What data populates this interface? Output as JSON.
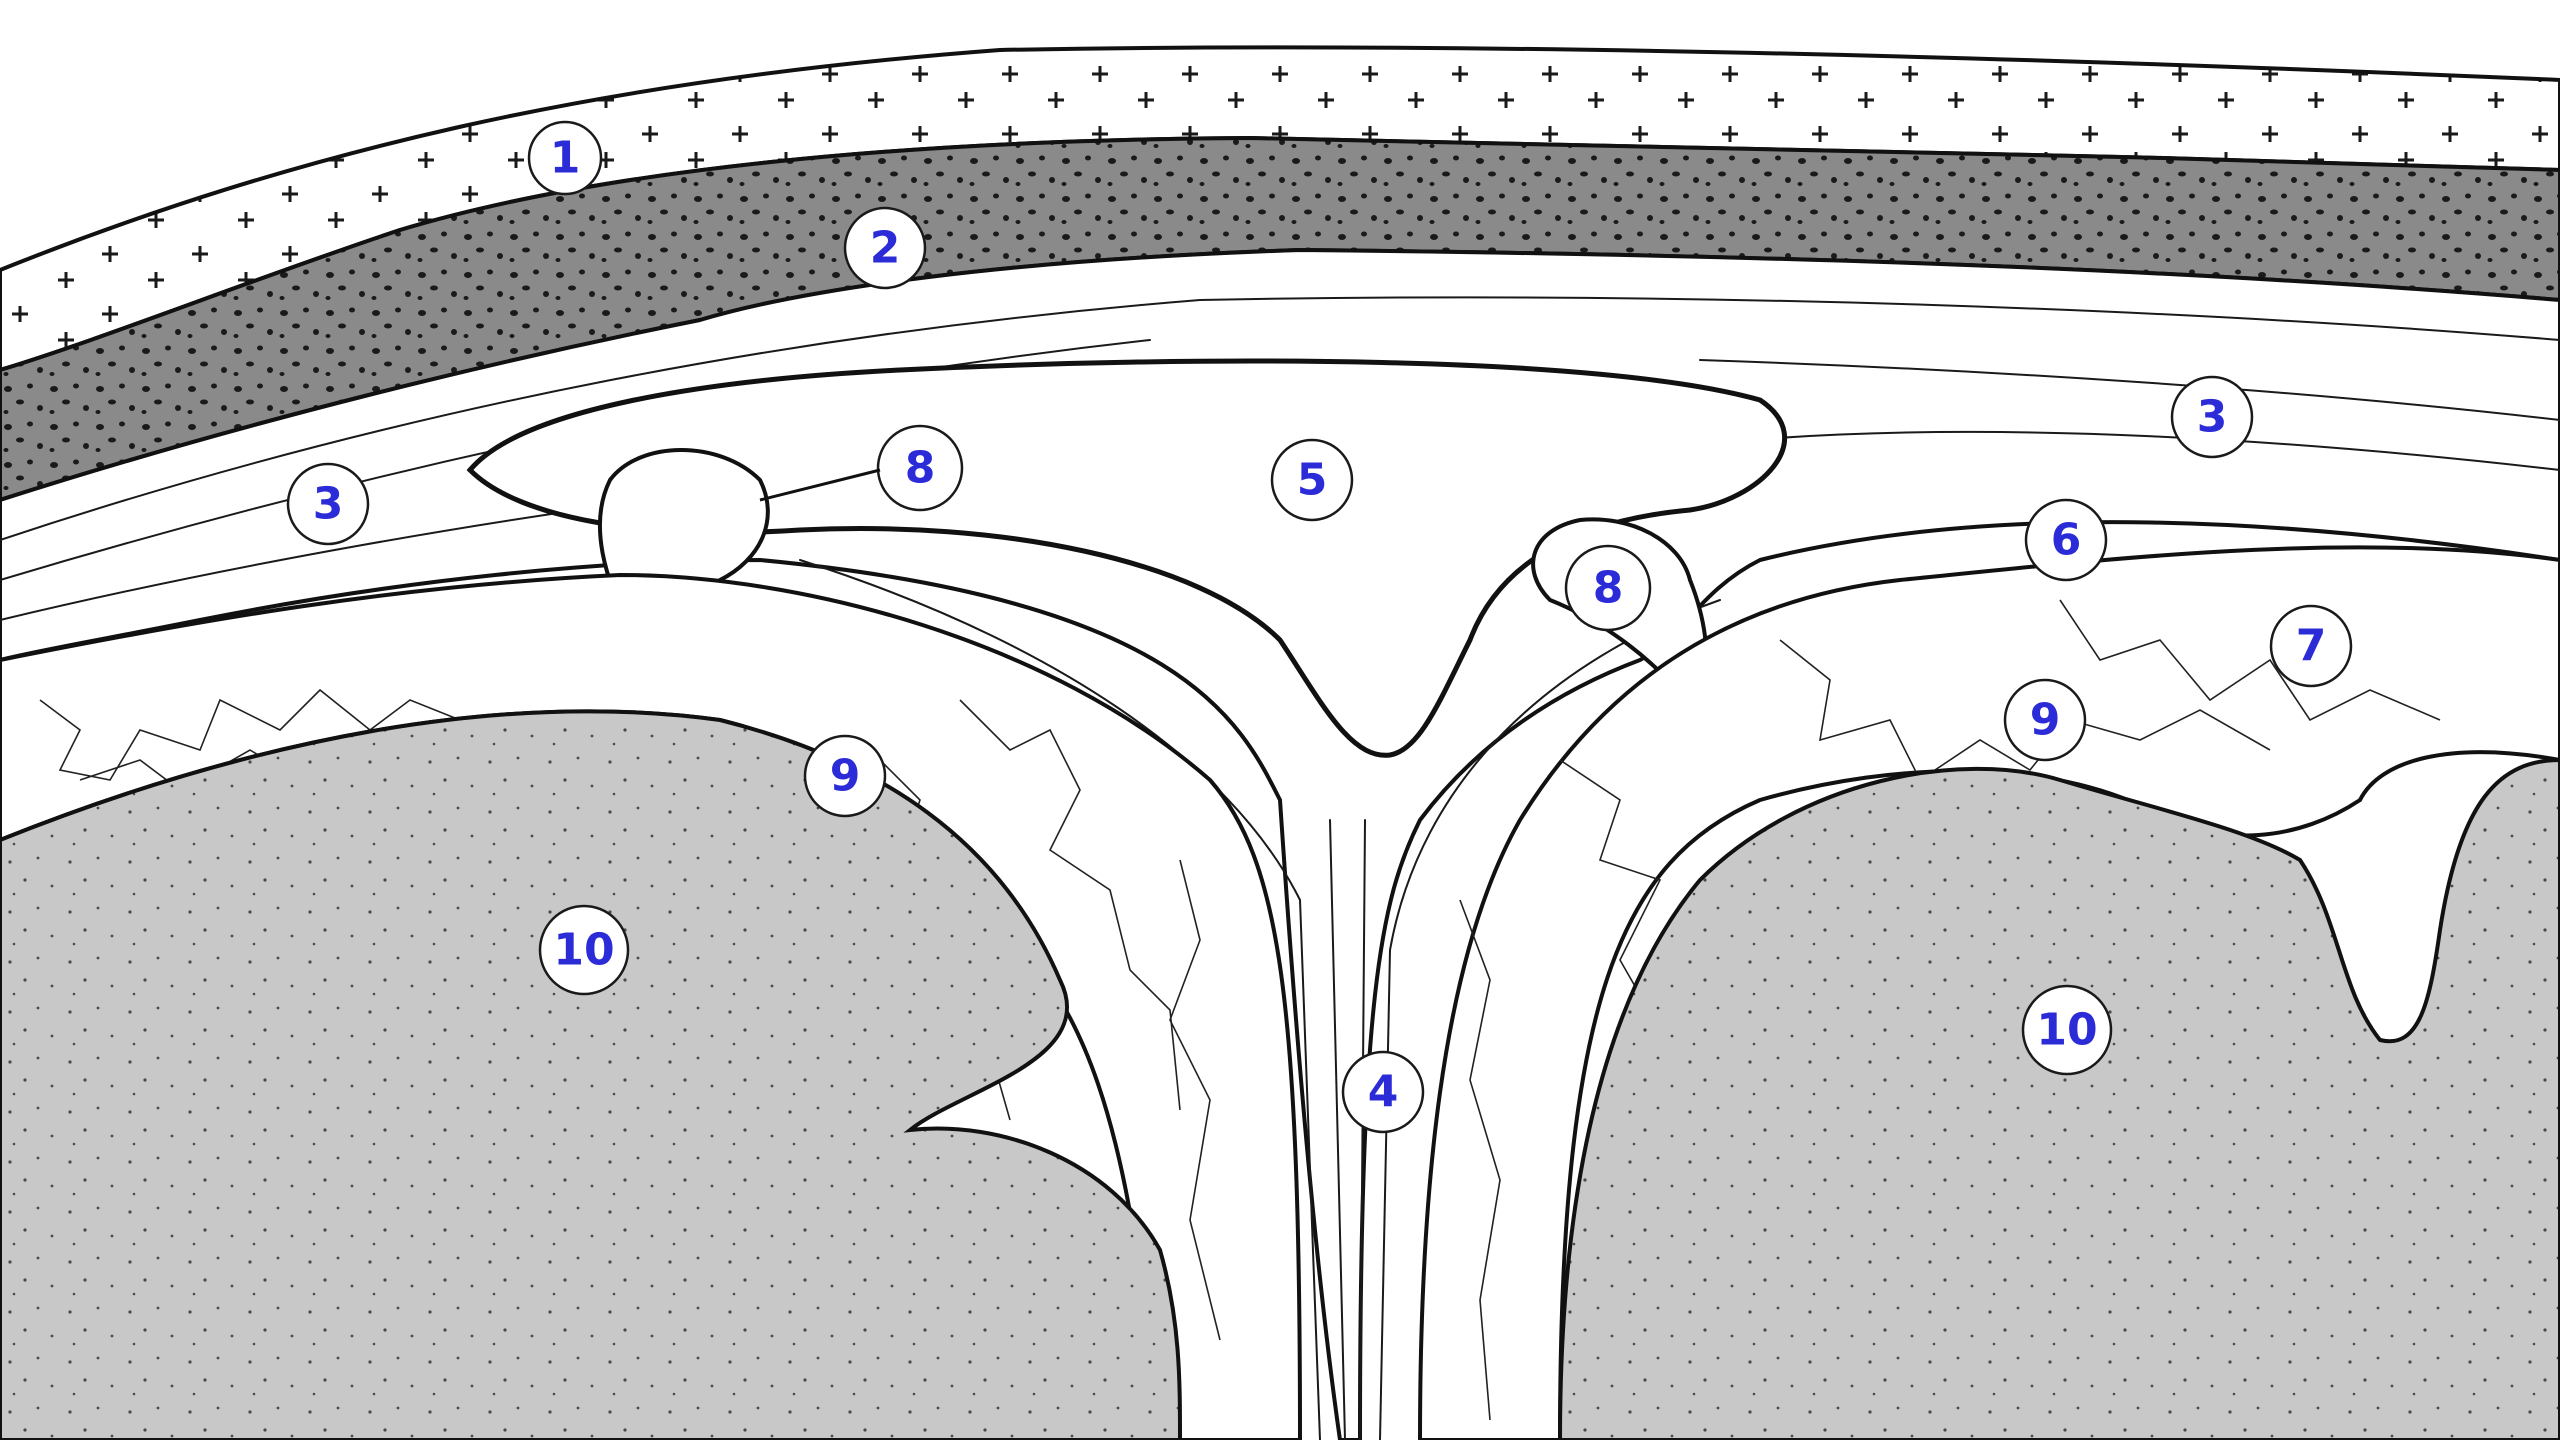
{
  "figure": {
    "colors": {
      "skin": "#ffffff",
      "bone": "#8a8a8a",
      "bone_dots": "#1a1a1a",
      "dura": "#ffffff",
      "sinus": "#ffffff",
      "brain": "#c8c8c8",
      "brain_dots": "#4a4a4a",
      "label_text": "#2b2bd8",
      "ink": "#111111"
    },
    "labels": [
      {
        "id": "skin",
        "text": "1"
      },
      {
        "id": "skull",
        "text": "2"
      },
      {
        "id": "dura-left",
        "text": "3"
      },
      {
        "id": "dura-right",
        "text": "3"
      },
      {
        "id": "falx",
        "text": "4"
      },
      {
        "id": "sinus",
        "text": "5"
      },
      {
        "id": "arachnoid",
        "text": "6"
      },
      {
        "id": "subarachnoid",
        "text": "7"
      },
      {
        "id": "granulation-left",
        "text": "8"
      },
      {
        "id": "granulation-right",
        "text": "8"
      },
      {
        "id": "pia-left",
        "text": "9"
      },
      {
        "id": "pia-right",
        "text": "9"
      },
      {
        "id": "brain-left",
        "text": "10"
      },
      {
        "id": "brain-right",
        "text": "10"
      }
    ]
  }
}
